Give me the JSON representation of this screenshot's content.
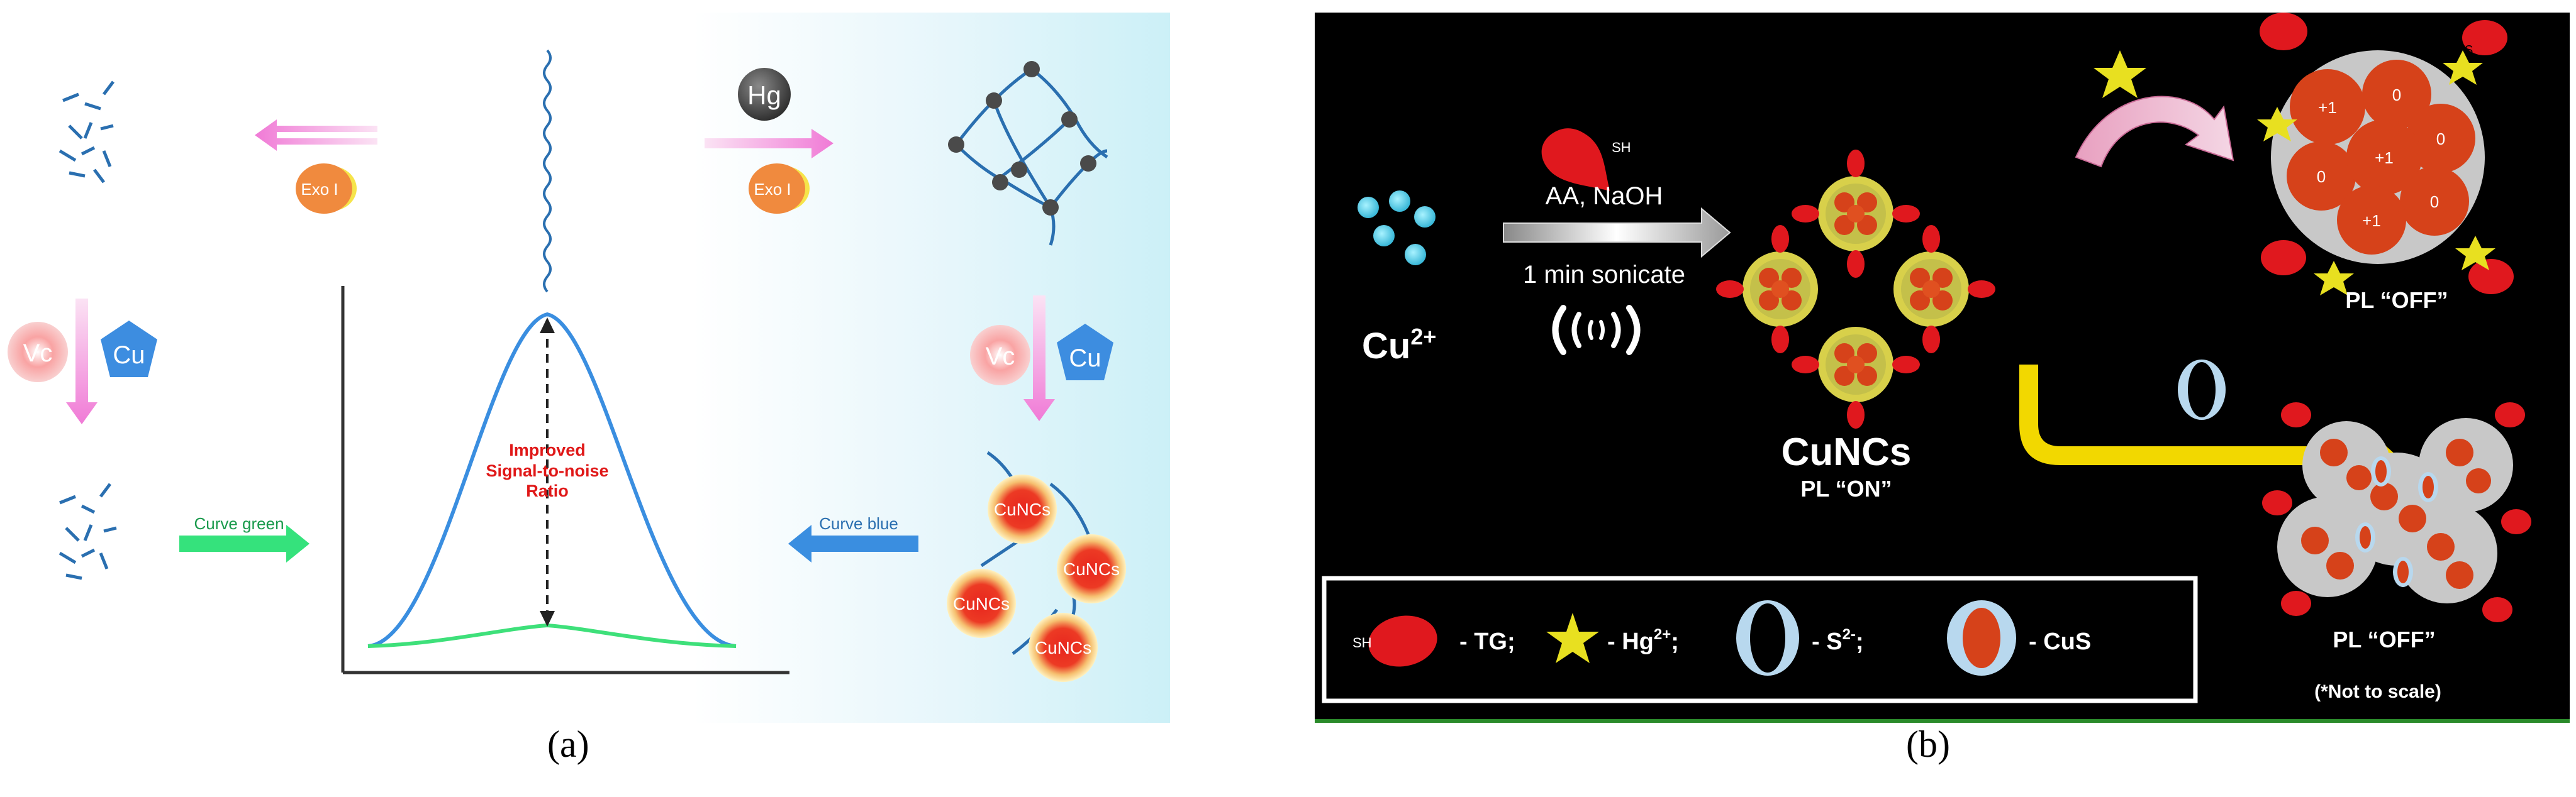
{
  "panel_a": {
    "hg_label": "Hg",
    "exo_label": "Exo I",
    "vc_label": "Vc",
    "cu_label": "Cu",
    "curve_green_label": "Curve green",
    "curve_blue_label": "Curve blue",
    "improved_line1": "Improved",
    "improved_line2": "Signal-to-noise",
    "improved_line3": "Ratio",
    "cuncs_label": "CuNCs",
    "caption": "(a)"
  },
  "panel_b": {
    "cu_ion_label": "Cu",
    "cu_ion_sup": "2+",
    "sh_label": "SH",
    "reagent_label": "AA, NaOH",
    "sonicate_label": "1 min sonicate",
    "cuncs_title": "CuNCs",
    "pl_on_label": "PL “ON”",
    "pl_off_top_label": "PL “OFF”",
    "pl_off_bottom_label": "PL “OFF”",
    "s_label": "S",
    "legend_sh": "SH",
    "legend_tg": "- TG;",
    "legend_hg": "- Hg",
    "legend_hg_sup": "2+",
    "legend_hg_end": ";",
    "legend_s2": "- S",
    "legend_s2_sup": "2-",
    "legend_s2_end": ";",
    "legend_cus": "- CuS",
    "not_to_scale": "(*Not to scale)",
    "caption": "(b)"
  },
  "colors": {
    "curve_blue": "#3a8ee0",
    "curve_green": "#3ee07a",
    "tg_red": "#e0181e",
    "nanocluster_orange": "#d6421a",
    "hg_star_yellow": "#e8e020",
    "arrow_yellow": "#f2d800",
    "text_red": "#e01818"
  }
}
